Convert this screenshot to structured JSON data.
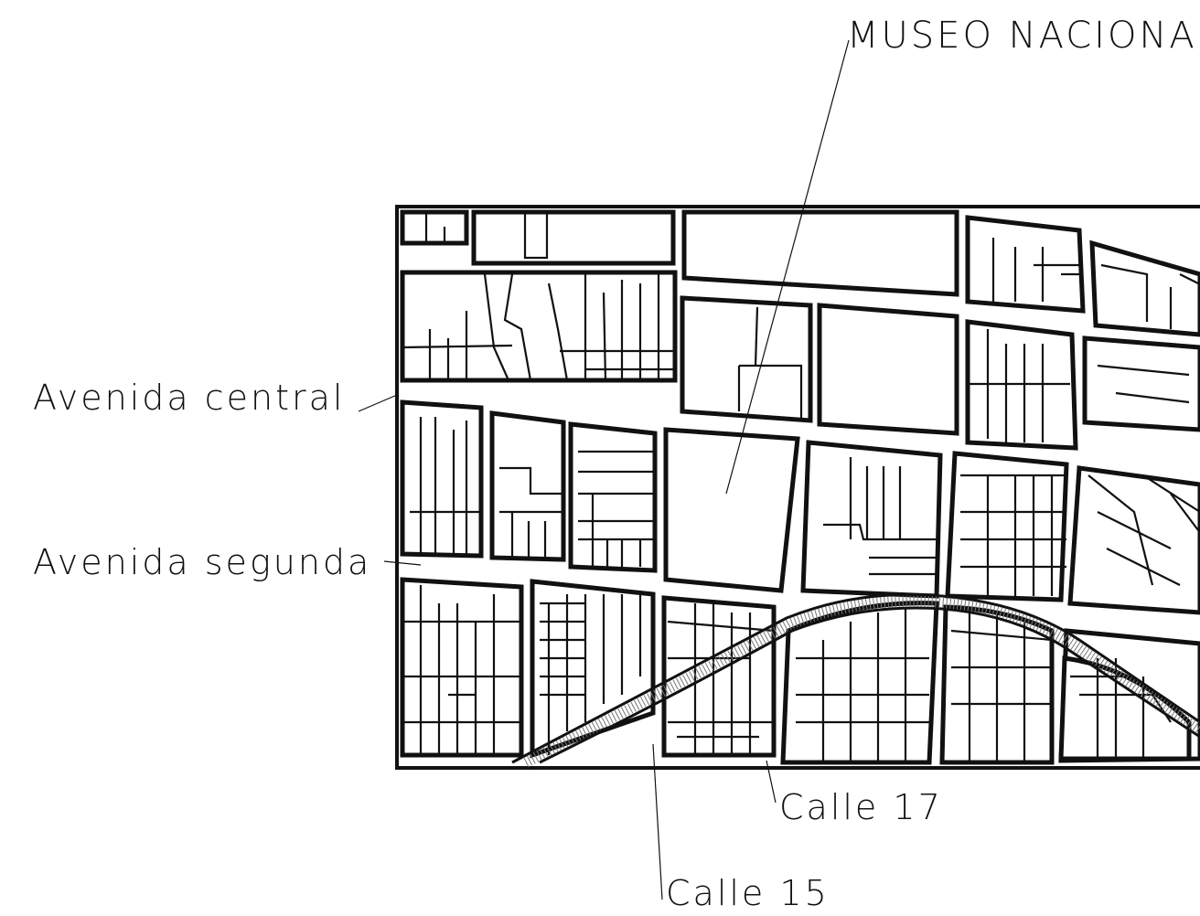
{
  "map": {
    "labels": {
      "museo": "MUSEO NACIONAL",
      "avenida_central": "Avenida central",
      "avenida_segunda": "Avenida segunda",
      "calle_17": "Calle 17",
      "calle_15": "Calle 15"
    },
    "colors": {
      "ink": "#111111",
      "paper": "#ffffff",
      "hatch": "#777777"
    }
  }
}
